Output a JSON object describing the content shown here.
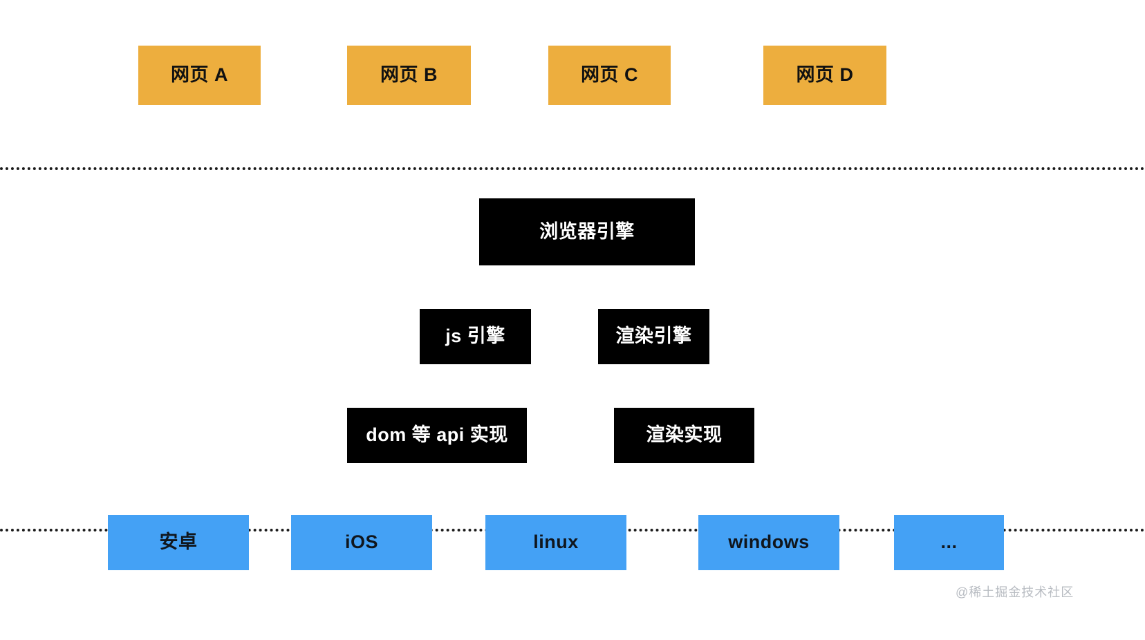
{
  "diagram": {
    "title": "browser-architecture-layers",
    "colors": {
      "page_layer": "#edae3e",
      "engine_layer": "#000000",
      "os_layer": "#44a1f5",
      "divider": "#1b1b1b",
      "background": "#ffffff",
      "watermark": "#b8bcc2"
    },
    "layers": [
      {
        "name": "web-pages",
        "nodes": [
          {
            "label": "网页 A"
          },
          {
            "label": "网页 B"
          },
          {
            "label": "网页 C"
          },
          {
            "label": "网页 D"
          }
        ]
      },
      {
        "name": "browser-engine",
        "nodes": [
          {
            "label": "浏览器引擎"
          },
          {
            "label": "js 引擎"
          },
          {
            "label": "渲染引擎"
          },
          {
            "label": "dom 等 api 实现"
          },
          {
            "label": "渲染实现"
          }
        ]
      },
      {
        "name": "operating-systems",
        "nodes": [
          {
            "label": "安卓"
          },
          {
            "label": "iOS"
          },
          {
            "label": "linux"
          },
          {
            "label": "windows"
          },
          {
            "label": "..."
          }
        ]
      }
    ],
    "dividers": [
      {
        "name": "page-engine-divider"
      },
      {
        "name": "engine-os-divider"
      }
    ],
    "watermark": "@稀土掘金技术社区"
  }
}
